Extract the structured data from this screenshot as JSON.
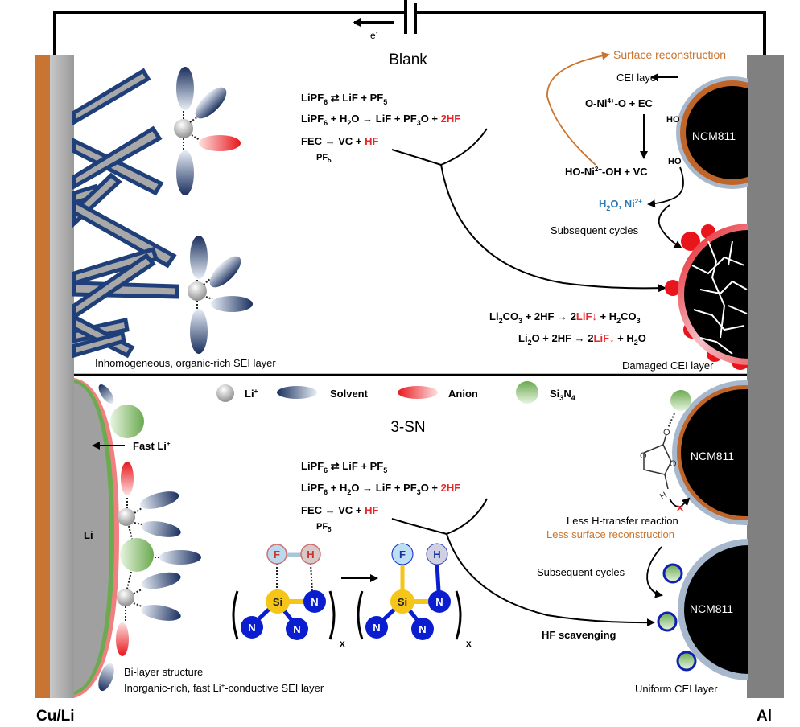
{
  "circuit": {
    "electron_label": "e",
    "electron_sup": "-"
  },
  "electrodes": {
    "anode_label": "Cu/Li",
    "cathode_label": "Al",
    "li_label": "Li"
  },
  "blank": {
    "title": "Blank",
    "reactions": {
      "r1": [
        "LiPF",
        "6",
        " ⇄ LiF + PF",
        "5"
      ],
      "r2": [
        "LiPF",
        "6",
        " + H",
        "2",
        "O → LiF + PF",
        "3",
        "O + ",
        "2HF"
      ],
      "r3": [
        "FEC → VC + ",
        "HF"
      ],
      "r3_catalyst": [
        "PF",
        "5"
      ]
    },
    "surface_reconstruction": "Surface reconstruction",
    "cei_layer": "CEI layer",
    "ni4_eq": [
      "O-Ni",
      "4+",
      "-O + EC"
    ],
    "ni2_eq": [
      "HO-Ni",
      "2+",
      "-OH + VC"
    ],
    "ho1": "HO",
    "ho2": "HO",
    "products": [
      "H",
      "2",
      "O, Ni",
      "2+"
    ],
    "subsequent_cycles": "Subsequent cycles",
    "particle_label": "NCM811",
    "li2co3_eq": [
      "Li",
      "2",
      "CO",
      "3",
      " + 2HF → 2",
      "LiF↓",
      " + H",
      "2",
      "CO",
      "3"
    ],
    "li2o_eq": [
      "Li",
      "2",
      "O + 2HF → 2",
      "LiF↓",
      " + H",
      "2",
      "O"
    ],
    "sei_caption": "Inhomogeneous, organic-rich SEI layer",
    "cei_caption": "Damaged CEI layer"
  },
  "legend": {
    "items": [
      {
        "label": "Li",
        "sup": "+",
        "icon": "li-ion-icon"
      },
      {
        "label": "Solvent",
        "icon": "solvent-icon"
      },
      {
        "label": "Anion",
        "icon": "anion-icon"
      },
      {
        "label": "Si",
        "sub1": "3",
        "mid": "N",
        "sub2": "4",
        "icon": "si3n4-icon"
      }
    ]
  },
  "sn": {
    "title": "3-SN",
    "reactions": {
      "r1": [
        "LiPF",
        "6",
        " ⇄ LiF + PF",
        "5"
      ],
      "r2": [
        "LiPF",
        "6",
        " + H",
        "2",
        "O → LiF + PF",
        "3",
        "O + ",
        "2HF"
      ],
      "r3": [
        "FEC → VC + ",
        "HF"
      ],
      "r3_catalyst": [
        "PF",
        "5"
      ]
    },
    "fast_li": [
      "Fast Li",
      "+"
    ],
    "atoms": {
      "f": "F",
      "h": "H",
      "si": "Si",
      "n": "N",
      "x": "x"
    },
    "particle_label_1": "NCM811",
    "particle_label_2": "NCM811",
    "less_h_transfer": "Less H-transfer reaction",
    "less_surface": "Less surface reconstruction",
    "subsequent_cycles": "Subsequent cycles",
    "hf_scavenging": "HF scavenging",
    "sei_caption_1": "Bi-layer structure",
    "sei_caption_2": [
      "Inorganic-rich, fast Li",
      "+",
      "-conductive SEI layer"
    ],
    "cei_caption": "Uniform CEI layer"
  },
  "colors": {
    "copper": "#c87533",
    "lithium_gray": "#a8a8a8",
    "aluminum": "#808080",
    "navy": "#1f3f7a",
    "red": "#e8262a",
    "orange_text": "#c8742e",
    "blue_text": "#2a7ab8",
    "si_yellow": "#f5c518",
    "n_blue": "#0a1ed0",
    "green": "#6aaa50"
  }
}
